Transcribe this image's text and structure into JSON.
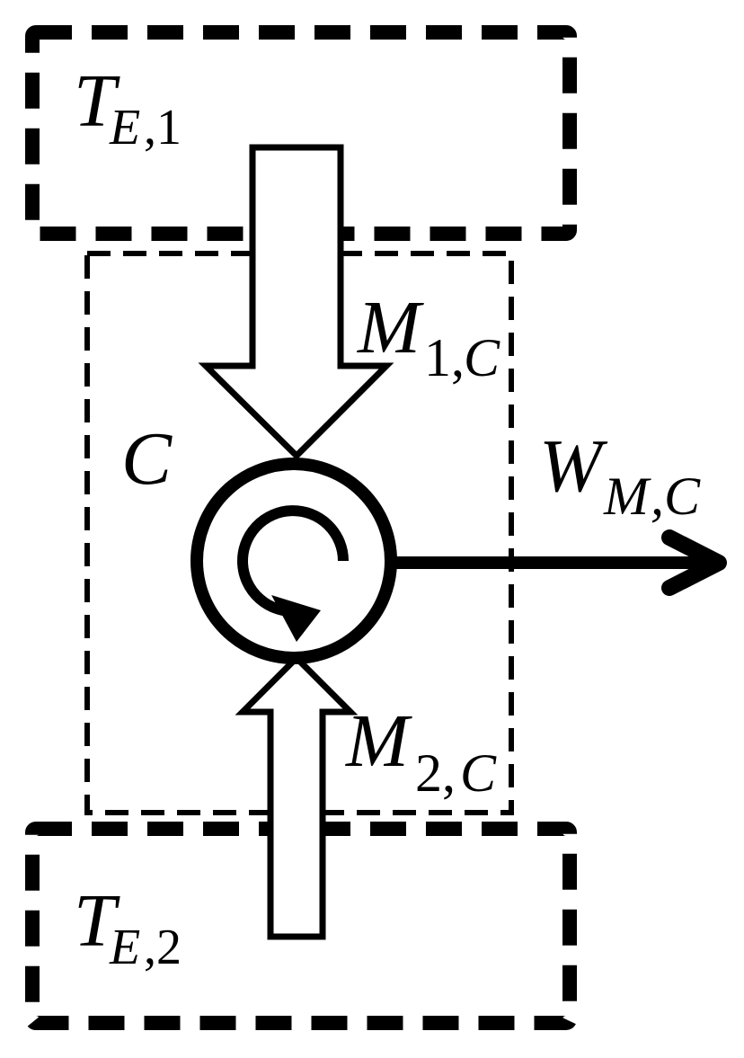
{
  "labels": {
    "te1": {
      "main": "T",
      "sub_letter": "E",
      "sub_rest": ",1"
    },
    "te2": {
      "main": "T",
      "sub_letter": "E",
      "sub_rest": ",2"
    },
    "c": {
      "main": "C"
    },
    "m1c": {
      "main": "M",
      "sub_num": "1,",
      "sub_letter": "C"
    },
    "m2c": {
      "main": "M",
      "sub_num": "2,",
      "sub_letter": "C"
    },
    "wmc": {
      "main": "W",
      "sub_letter": "M",
      "sub_rest": ",C"
    }
  },
  "colors": {
    "ink": "#000000",
    "background": "#ffffff"
  },
  "icons": [
    "rotation-icon",
    "output-arrow-icon"
  ]
}
